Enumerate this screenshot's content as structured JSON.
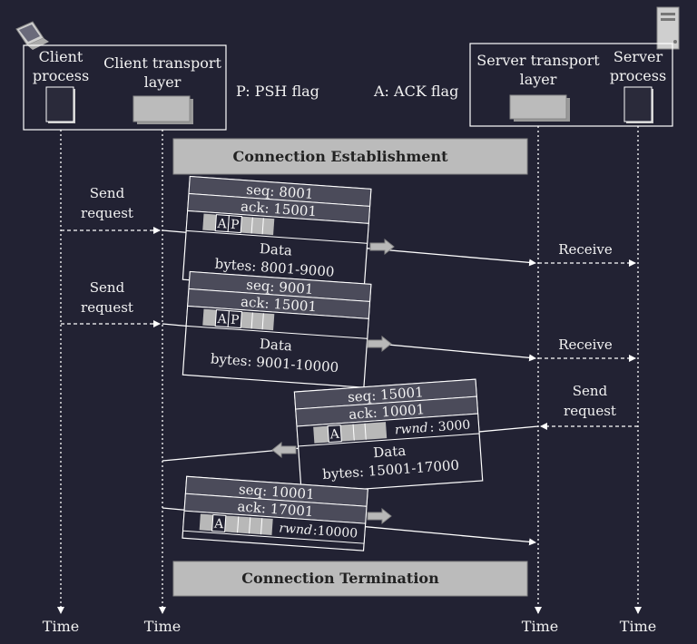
{
  "client_box": {
    "process_label": [
      "Client",
      "process"
    ],
    "transport_label": [
      "Client transport",
      "layer"
    ]
  },
  "server_box": {
    "transport_label": [
      "Server transport",
      "layer"
    ],
    "process_label": [
      "Server",
      "process"
    ]
  },
  "legend": {
    "psh": "P: PSH flag",
    "ack": "A: ACK flag"
  },
  "phases": {
    "establishment": "Connection Establishment",
    "termination": "Connection Termination"
  },
  "segments": [
    {
      "seq": "seq: 8001",
      "ack": "ack: 15001",
      "flags": [
        "A",
        "P"
      ],
      "rwnd": "",
      "data": [
        "Data",
        "bytes: 8001-9000"
      ]
    },
    {
      "seq": "seq: 9001",
      "ack": "ack: 15001",
      "flags": [
        "A",
        "P"
      ],
      "rwnd": "",
      "data": [
        "Data",
        "bytes: 9001-10000"
      ]
    },
    {
      "seq": "seq: 15001",
      "ack": "ack: 10001",
      "flags": [
        "A"
      ],
      "rwnd": "3000",
      "data": [
        "Data",
        "bytes: 15001-17000"
      ]
    },
    {
      "seq": "seq: 10001",
      "ack": "ack: 17001",
      "flags": [
        "A"
      ],
      "rwnd": "10000",
      "data": []
    }
  ],
  "rwnd_label": "rwnd",
  "events": {
    "send_request_1": [
      "Send",
      "request"
    ],
    "send_request_2": [
      "Send",
      "request"
    ],
    "send_request_3": [
      "Send",
      "request"
    ],
    "receive_1": "Receive",
    "receive_2": "Receive"
  },
  "time_labels": [
    "Time",
    "Time",
    "Time",
    "Time"
  ],
  "colors": {
    "background": "#222233",
    "line": "#ffffff",
    "header": "#4b4b5a",
    "bar": "#b8b8b8"
  }
}
